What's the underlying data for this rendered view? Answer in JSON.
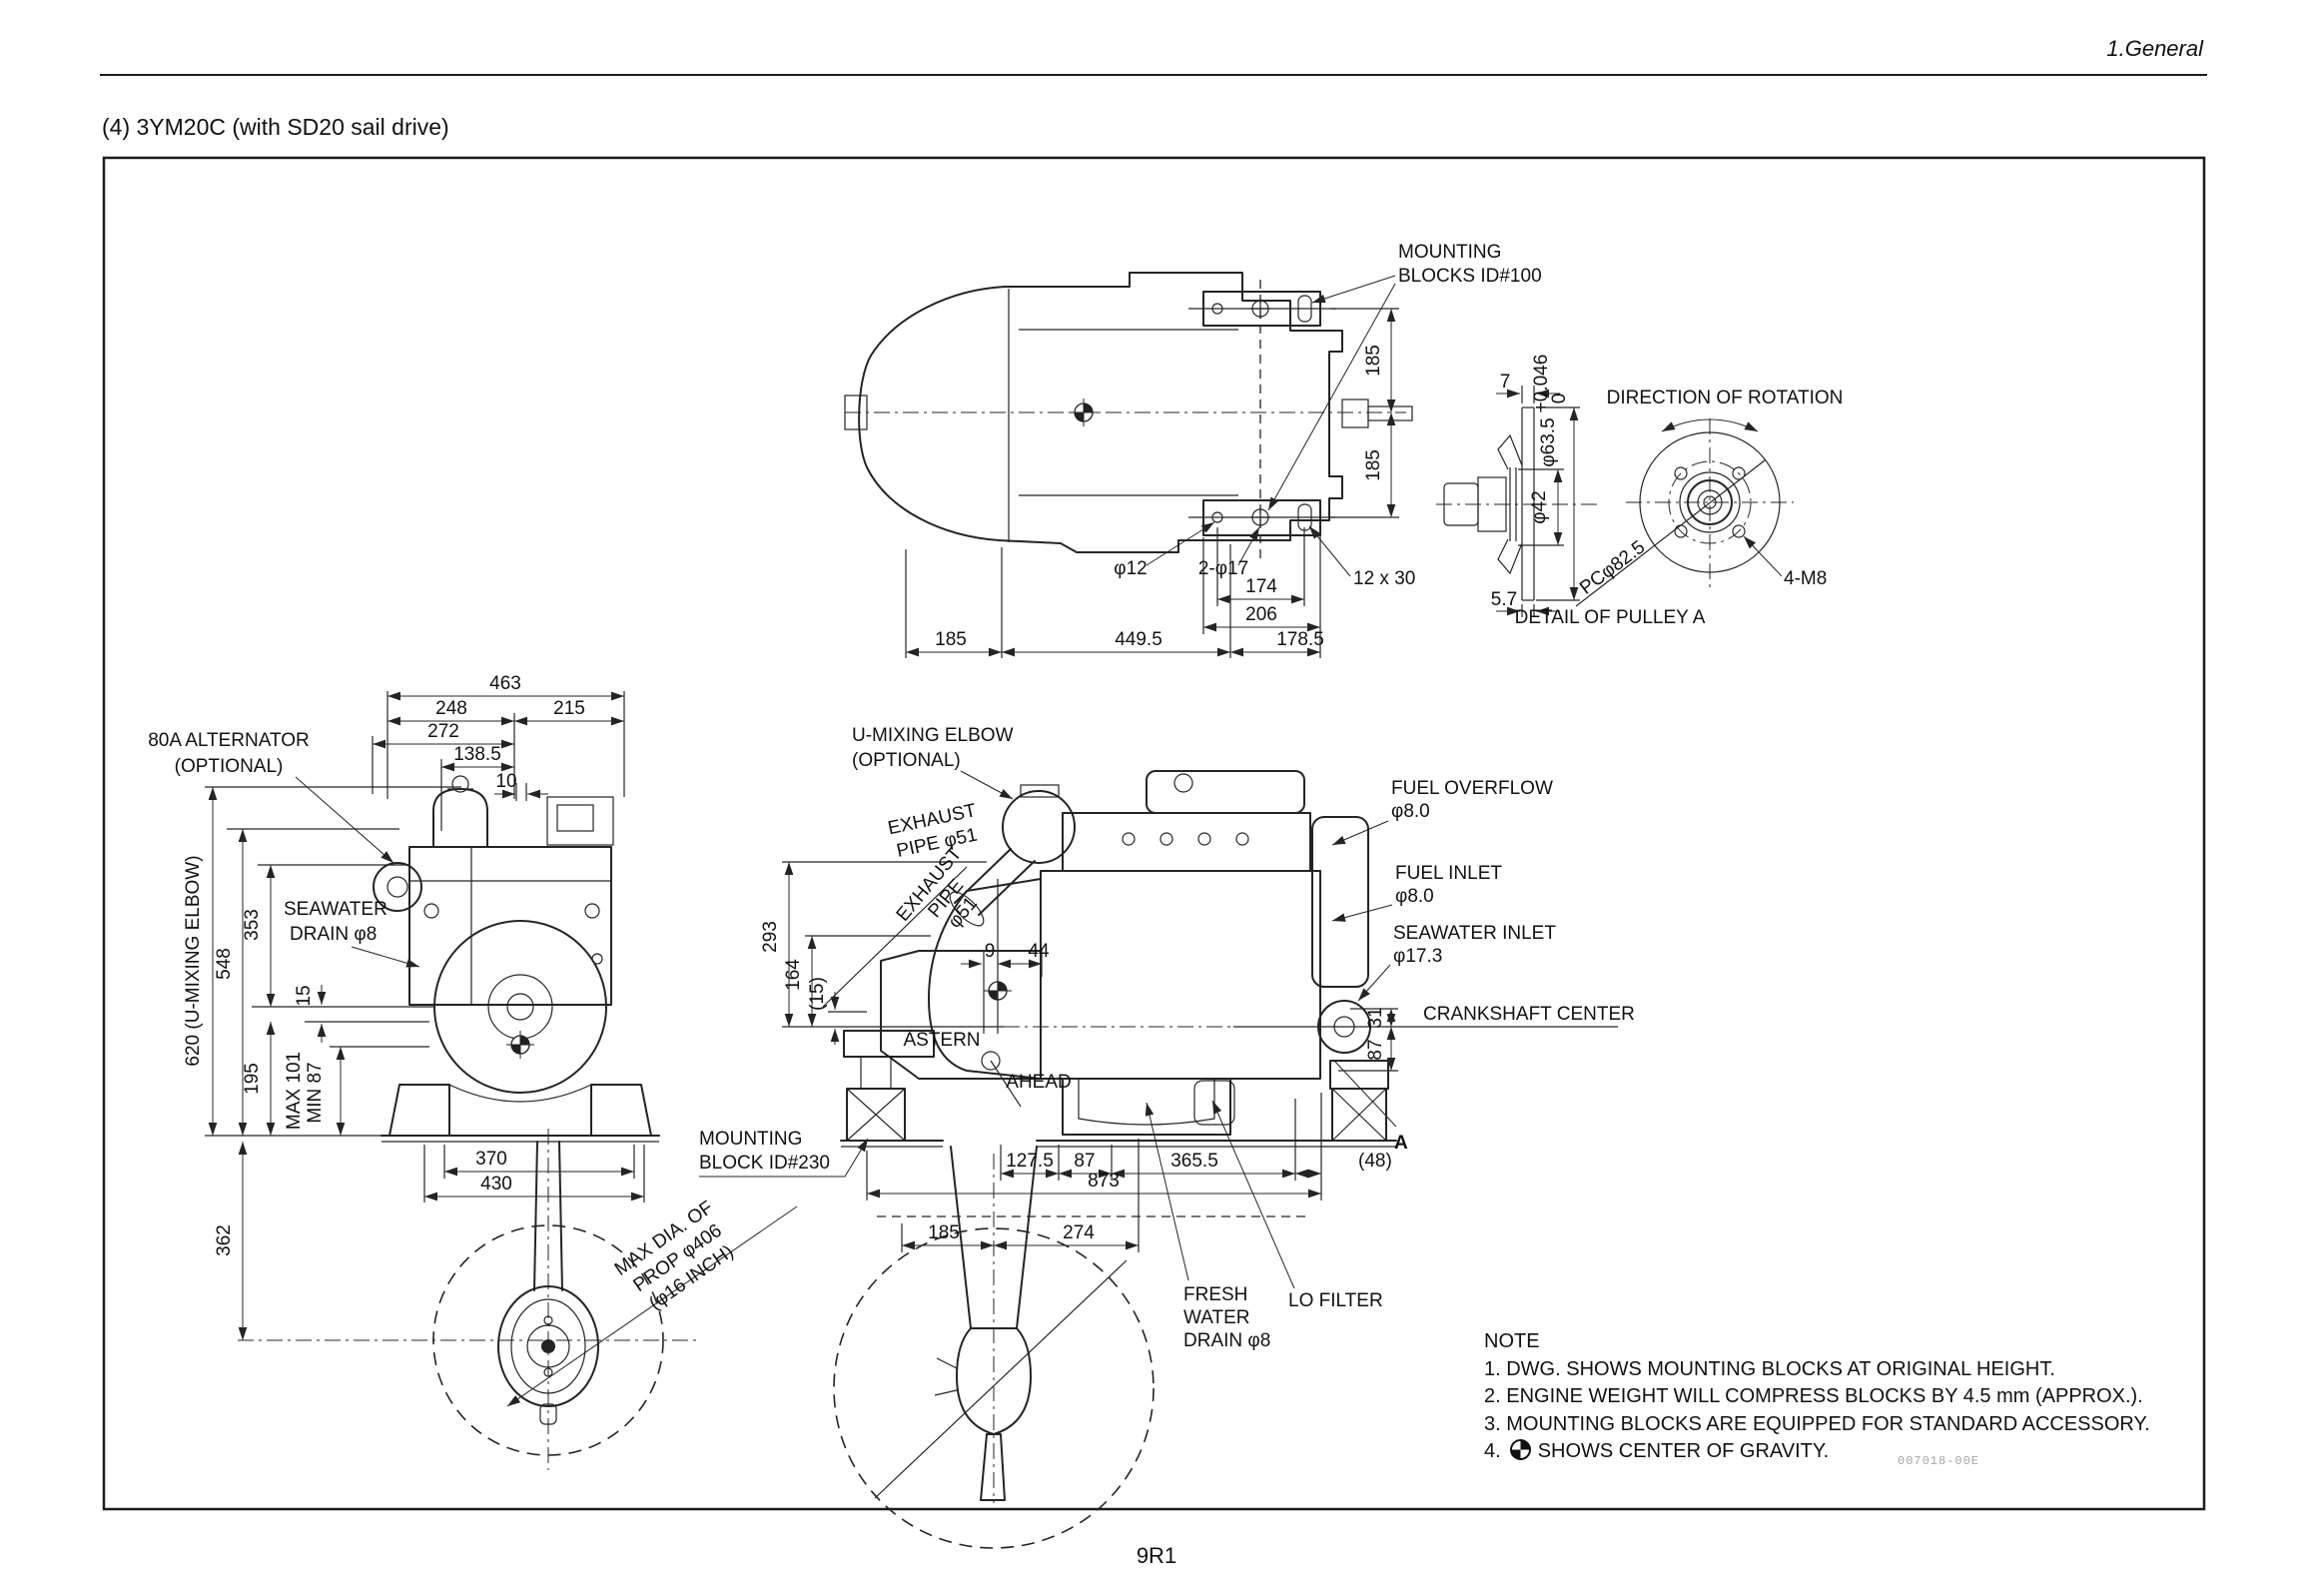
{
  "header": {
    "section": "1.General"
  },
  "title": "(4)  3YM20C (with SD20 sail drive)",
  "page_number": "9R1",
  "doc_code": "007018-00E",
  "colors": {
    "ink": "#1f1f1f",
    "paper": "#ffffff",
    "code_gray": "#a6a6a6"
  },
  "top_view": {
    "mounting_label_1": "MOUNTING",
    "mounting_label_2": "BLOCKS ID#100",
    "dim_v185_a": "185",
    "dim_v185_b": "185",
    "dia12": "φ12",
    "d笛ia17": "2-φ17",
    "dia17": "2-φ17",
    "dim174": "174",
    "dim206": "206",
    "slot": "12 x 30",
    "dim185": "185",
    "dim449": "449.5",
    "dim178": "178.5"
  },
  "pulley_detail": {
    "dim7": "7",
    "tol_hi": "+0.046",
    "tol_lo": "0",
    "dia63": "φ63.5",
    "dia42": "φ42",
    "pcd": "PCφ82.5",
    "dim57": "5.7",
    "direction": "DIRECTION OF ROTATION",
    "bolts": "4-M8",
    "caption": "DETAIL OF PULLEY A"
  },
  "front_view": {
    "alt_1": "80A ALTERNATOR",
    "alt_2": "(OPTIONAL)",
    "d463": "463",
    "d248": "248",
    "d215": "215",
    "d272": "272",
    "d138": "138.5",
    "d10": "10",
    "d620": "620  (U-MIXING ELBOW)",
    "d548": "548",
    "d353": "353",
    "d15": "15",
    "d195": "195",
    "max101": "MAX 101",
    "min87": "MIN 87",
    "sw1": "SEAWATER",
    "sw2": "DRAIN φ8",
    "d370": "370",
    "d430": "430",
    "d362": "362",
    "prop1": "MAX DIA. OF",
    "prop2": "PROP φ406",
    "prop3": "(φ16 INCH)",
    "mb1": "MOUNTING",
    "mb2": "BLOCK ID#230"
  },
  "side_view": {
    "umix1": "U-MIXING ELBOW",
    "umix2": "(OPTIONAL)",
    "ex1a": "EXHAUST",
    "ex1b": "PIPE φ51",
    "ex2a": "EXHAUST",
    "ex2b": "PIPE",
    "ex2c": "φ51",
    "d293": "293",
    "d164": "164",
    "d15p": "(15)",
    "d9": "9",
    "d44": "44",
    "astern": "ASTERN",
    "ahead": "AHEAD",
    "d185": "185",
    "d274": "274",
    "d127": "127.5",
    "d87": "87",
    "d365": "365.5",
    "d48": "(48)",
    "d873": "873",
    "fo1": "FUEL OVERFLOW",
    "fo2": "φ8.0",
    "fi1": "FUEL INLET",
    "fi2": "φ8.0",
    "si1": "SEAWATER INLET",
    "si2": "φ17.3",
    "crank": "CRANKSHAFT CENTER",
    "d31": "31",
    "d87v": "87",
    "detail_a": "A",
    "fw1": "FRESH",
    "fw2": "WATER",
    "fw3": "DRAIN φ8",
    "lofilter": "LO FILTER"
  },
  "notes": {
    "title": "NOTE",
    "n1": "1. DWG. SHOWS MOUNTING BLOCKS AT ORIGINAL HEIGHT.",
    "n2": "2. ENGINE WEIGHT WILL COMPRESS BLOCKS BY 4.5 mm (APPROX.).",
    "n3": "3. MOUNTING BLOCKS ARE EQUIPPED FOR STANDARD ACCESSORY.",
    "n4_prefix": "4.",
    "n4_text": "SHOWS CENTER OF GRAVITY."
  }
}
